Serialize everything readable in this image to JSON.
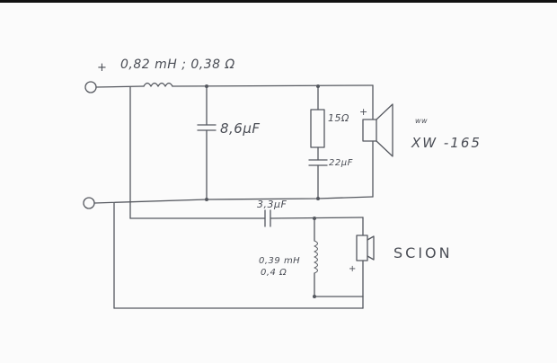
{
  "diagram": {
    "inductor_main": "0,82 mH ; 0,38 Ω",
    "cap_shunt": "8,6μF",
    "resistor_zobel": "15Ω",
    "cap_zobel": "22μF",
    "tweeter_model": "XW -165",
    "tweeter_note": "ww",
    "cap_series": "3,3μF",
    "inductor_scion_l": "0,39 mH",
    "inductor_scion_r": "0,4 Ω",
    "scion_label": "SCION",
    "plus_sign": "+"
  }
}
